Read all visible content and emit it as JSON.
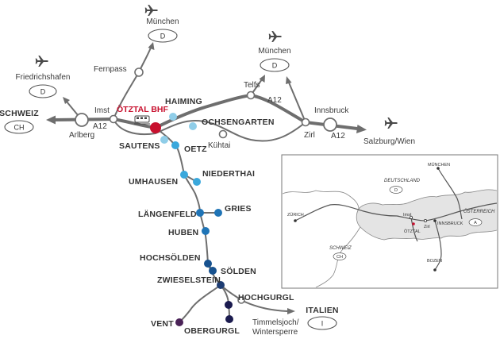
{
  "colors": {
    "road": "#6e6e6e",
    "line": "#808080",
    "highlight": "#c8102e",
    "stop_light": "#8fcde8",
    "stop_mid": "#3aa8dc",
    "stop_blue": "#1f74b6",
    "stop_dark": "#17528f",
    "stop_navy": "#1d3c73",
    "stop_purple": "#4a2257",
    "stop_deep": "#1b1b4f",
    "inset_land": "#e4e4e4"
  },
  "places": {
    "station": "ÖTZTAL BHF",
    "haiming": "HAIMING",
    "ochsengarten": "OCHSENGARTEN",
    "kuehtai": "Kühtai",
    "sautens": "SAUTENS",
    "oetz": "OETZ",
    "umhausen": "UMHAUSEN",
    "niederthai": "NIEDERTHAI",
    "laengenfeld": "LÄNGENFELD",
    "gries": "GRIES",
    "huben": "HUBEN",
    "hochsoelden": "HOCHSÖLDEN",
    "soelden": "SÖLDEN",
    "zwieselstein": "ZWIESELSTEIN",
    "hochgurgl": "HOCHGURGL",
    "vent": "VENT",
    "obergurgl": "OBERGURGL",
    "imst": "Imst",
    "arlberg": "Arlberg",
    "fernpass": "Fernpass",
    "telfs": "Telfs",
    "innsbruck": "Innsbruck",
    "zirl": "Zirl",
    "salzburg_wien": "Salzburg/Wien",
    "timmelsjoch_1": "Timmelsjoch/",
    "timmelsjoch_2": "Wintersperre",
    "road_a12_west": "A12",
    "road_a12_mid": "A12",
    "road_a12_east": "A12"
  },
  "destinations": {
    "muenchen_top": {
      "name": "München",
      "code": "D"
    },
    "muenchen_right": {
      "name": "München",
      "code": "D"
    },
    "friedrichshafen": {
      "name": "Friedrichshafen",
      "code": "D"
    },
    "schweiz": {
      "name": "SCHWEIZ",
      "code": "CH"
    },
    "italien": {
      "name": "ITALIEN",
      "code": "I"
    }
  },
  "icons": {
    "airport": "airplane-icon",
    "train": "train-icon"
  },
  "inset": {
    "deutschland": {
      "name": "DEUTSCHLAND",
      "code": "D"
    },
    "oesterreich": {
      "name": "ÖSTERREICH",
      "code": "A"
    },
    "schweiz": {
      "name": "SCHWEIZ",
      "code": "CH"
    },
    "muenchen": "MÜNCHEN",
    "zuerich": "ZÜRICH",
    "imst": "Imst",
    "oetztal": "ÖTZTAL",
    "zirl": "Zirl",
    "innsbruck": "INNSBRUCK",
    "bozen": "BOZEN"
  }
}
